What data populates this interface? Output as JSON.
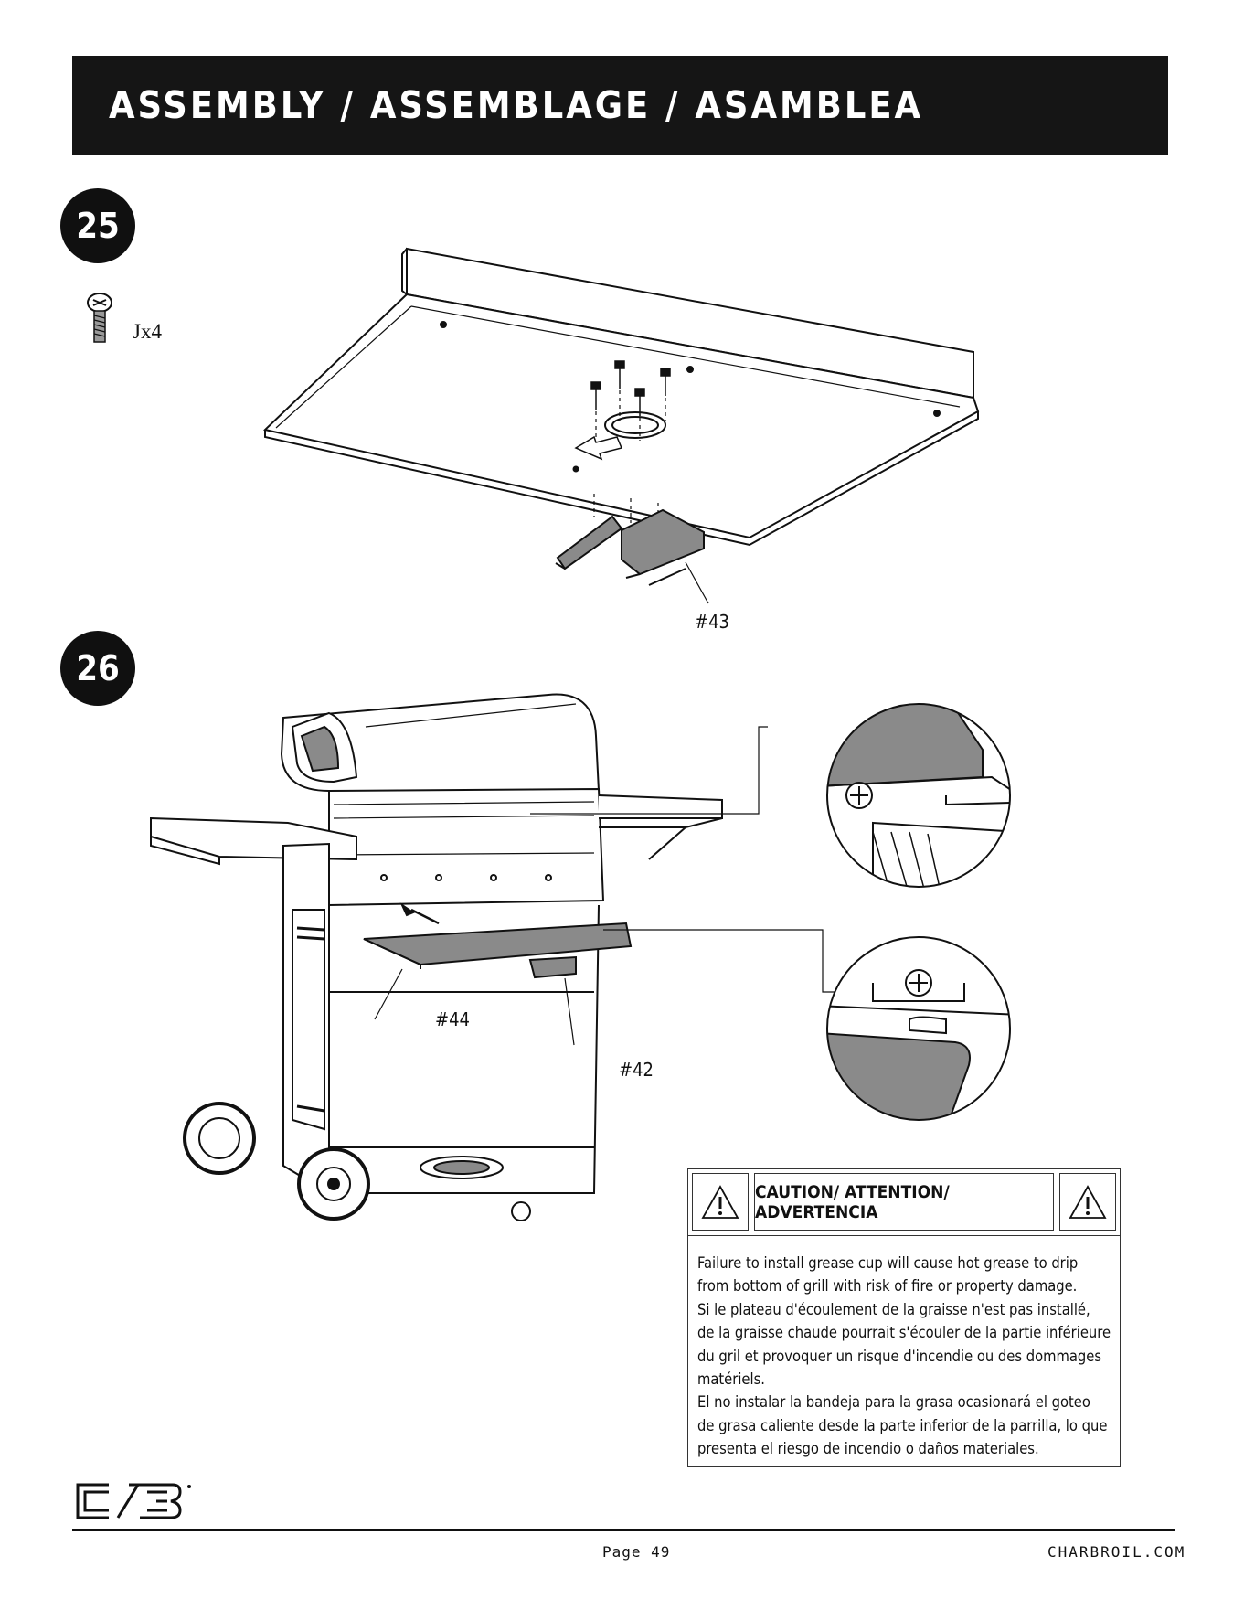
{
  "header": {
    "title": "ASSEMBLY / ASSEMBLAGE / ASAMBLEA"
  },
  "steps": [
    {
      "number": "25",
      "hardware": {
        "icon": "screw-icon",
        "quantity": "Jx4"
      },
      "part_labels": [
        "#43"
      ]
    },
    {
      "number": "26",
      "part_labels": [
        "#44",
        "#42"
      ]
    }
  ],
  "caution": {
    "title": "CAUTION/ ATTENTION/ ADVERTENCIA",
    "icon": "warning-triangle-icon",
    "paragraphs": [
      "Failure to install grease cup will cause hot grease to drip from bottom of grill with risk of fire or property damage.",
      "Si le plateau d'écoulement de la graisse n'est pas installé, de la graisse chaude pourrait s'écouler de la partie inférieure du gril et provoquer un risque d'incendie ou des dommages matériels.",
      "El no instalar la bandeja para la grasa ocasionará el goteo de grasa caliente desde la parte inferior de la parrilla, lo que presenta el riesgo de incendio o daños materiales."
    ]
  },
  "footer": {
    "page": "Page 49",
    "site": "CHARBROIL.COM",
    "logo": "charbroil-logo"
  },
  "colors": {
    "header_bg": "#151515",
    "ink": "#111111",
    "tray_fill": "#8a8a8a"
  }
}
